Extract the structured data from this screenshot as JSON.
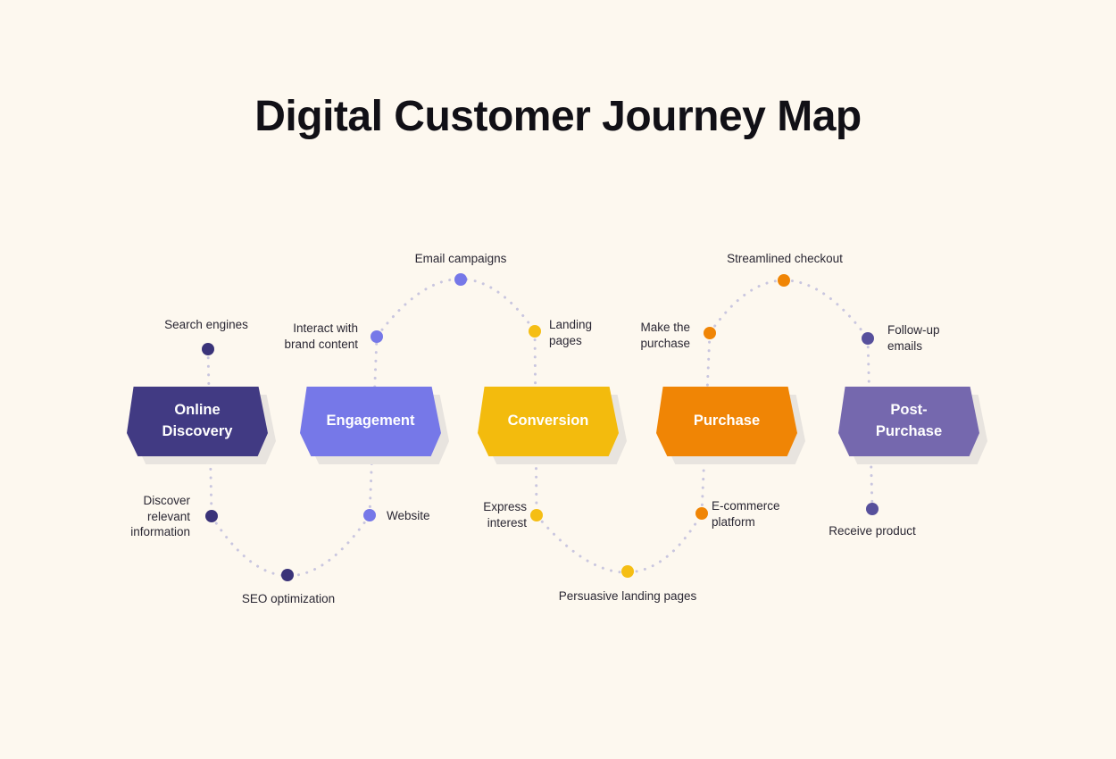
{
  "title": "Digital Customer Journey Map",
  "theme": {
    "background": "#FDF8EF",
    "title_color": "#111016",
    "label_color": "#2A2733",
    "path_dot_color": "#C9C6DF",
    "banner_shadow": "#E8E4DF",
    "banner_text_color": "#FFFFFF"
  },
  "stages": [
    {
      "label": "Online Discovery",
      "color": "#413A83",
      "dot_color": "#3A3379",
      "touchpoints": [
        {
          "label": "Search engines"
        },
        {
          "label": "Discover relevant information"
        },
        {
          "label": "SEO optimization"
        }
      ]
    },
    {
      "label": "Engagement",
      "color": "#7678E8",
      "dot_color": "#7678E8",
      "touchpoints": [
        {
          "label": "Interact with brand content"
        },
        {
          "label": "Email campaigns"
        },
        {
          "label": "Website"
        }
      ]
    },
    {
      "label": "Conversion",
      "color": "#F3BB0D",
      "dot_color": "#F5BE14",
      "touchpoints": [
        {
          "label": "Landing pages"
        },
        {
          "label": "Express interest"
        },
        {
          "label": "Persuasive landing pages"
        }
      ]
    },
    {
      "label": "Purchase",
      "color": "#F08505",
      "dot_color": "#F08505",
      "touchpoints": [
        {
          "label": "Make the purchase"
        },
        {
          "label": "E-commerce platform"
        },
        {
          "label": "Streamlined checkout"
        }
      ]
    },
    {
      "label": "Post-Purchase",
      "color": "#7568AE",
      "dot_color": "#57509C",
      "touchpoints": [
        {
          "label": "Follow-up emails"
        },
        {
          "label": "Receive product"
        }
      ]
    }
  ]
}
